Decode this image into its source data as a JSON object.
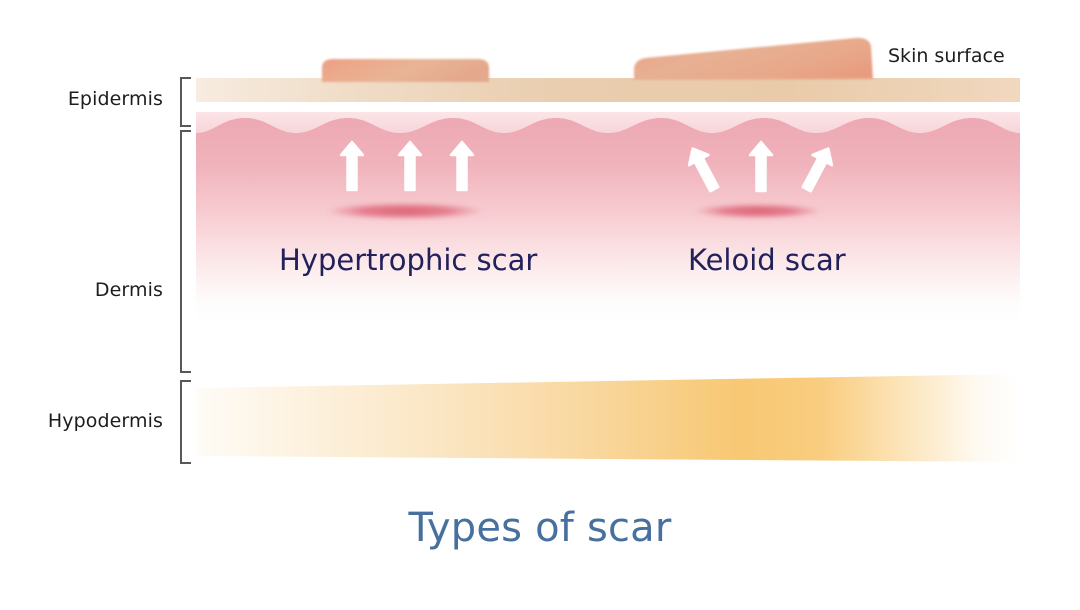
{
  "figure": {
    "title": "Types of scar",
    "title_color": "#47709e",
    "background_color": "#ffffff"
  },
  "annotations": {
    "skin_surface_label": "Skin surface",
    "label_color": "#1d1d1b"
  },
  "layers": [
    {
      "id": "epidermis",
      "label": "Epidermis",
      "color_light": "#f3e2d2",
      "color_dark": "#e0b894"
    },
    {
      "id": "dermis",
      "label": "Dermis",
      "color_light": "#fbe5e8",
      "color_dark": "#eda9b3"
    },
    {
      "id": "hypodermis",
      "label": "Hypodermis",
      "color_light": "#fdf6ea",
      "color_dark": "#f8c271"
    }
  ],
  "scars": [
    {
      "id": "hypertrophic",
      "label": "Hypertrophic scar",
      "label_color": "#23215c",
      "shape": "raised-flat-top-bump",
      "arrow_count": 3,
      "arrow_directions": [
        "up",
        "up",
        "up"
      ],
      "arrow_color": "#ffffff",
      "lesion_color": "#e06f7e"
    },
    {
      "id": "keloid",
      "label": "Keloid scar",
      "label_color": "#23215c",
      "shape": "raised-wedge-overhanging",
      "arrow_count": 3,
      "arrow_directions": [
        "up-left",
        "up",
        "up-right"
      ],
      "arrow_color": "#ffffff",
      "lesion_color": "#e06f7e"
    }
  ],
  "brackets": {
    "color": "#58585a",
    "items": [
      "epidermis",
      "dermis",
      "hypodermis"
    ]
  }
}
